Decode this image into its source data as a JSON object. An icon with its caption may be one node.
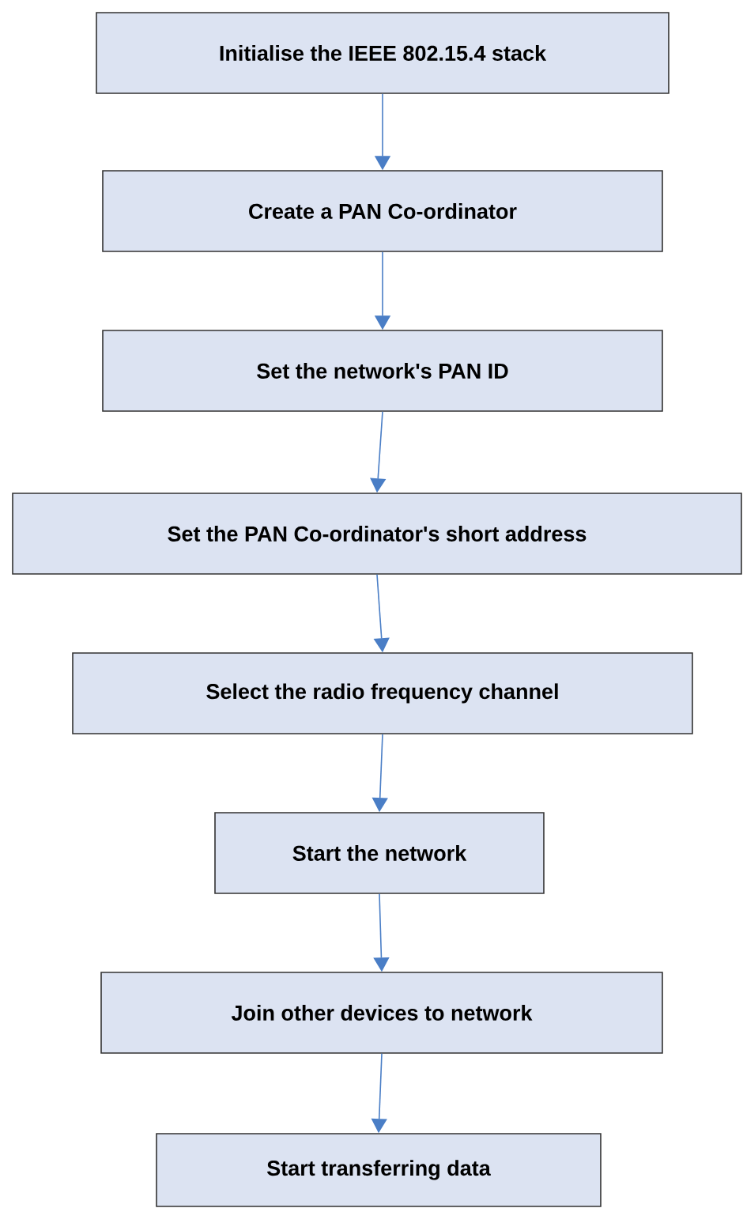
{
  "diagram": {
    "nodes": [
      {
        "text": [
          "Initialise the IEEE 802.15.4 stack"
        ]
      },
      {
        "text": [
          "Create a PAN Co-ordinator"
        ]
      },
      {
        "text": [
          "Set the network's PAN ID"
        ]
      },
      {
        "text": [
          "Set the PAN Co-ordinator's short address"
        ]
      },
      {
        "text": [
          "Select the radio frequency channel"
        ]
      },
      {
        "text": [
          "Start the network"
        ]
      },
      {
        "text": [
          "Join other devices to network"
        ]
      },
      {
        "text": [
          "Start transferring data"
        ]
      }
    ],
    "edges": [
      {
        "from": 0,
        "to": 1,
        "arrow": "to"
      },
      {
        "from": 1,
        "to": 2,
        "arrow": "to"
      },
      {
        "from": 2,
        "to": 3,
        "arrow": "to"
      },
      {
        "from": 3,
        "to": 4,
        "arrow": "to"
      },
      {
        "from": 4,
        "to": 5,
        "arrow": "to"
      },
      {
        "from": 5,
        "to": 6,
        "arrow": "to"
      },
      {
        "from": 6,
        "to": 7,
        "arrow": "to"
      }
    ]
  }
}
